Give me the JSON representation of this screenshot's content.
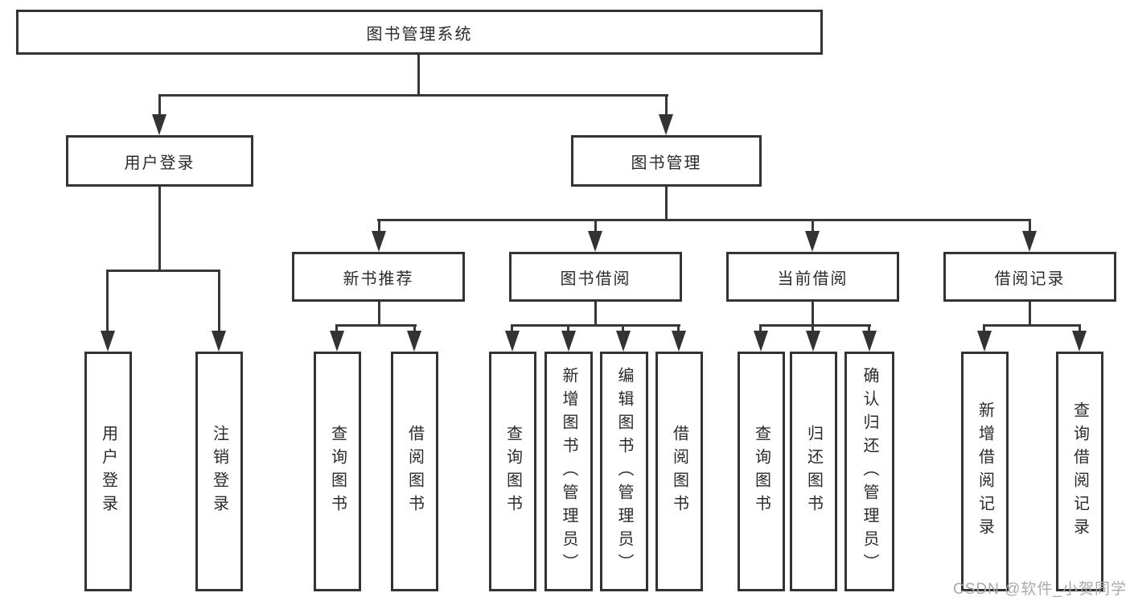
{
  "diagram": {
    "root": {
      "label": "图书管理系统",
      "children": [
        {
          "label": "用户登录",
          "children": [
            {
              "label": "用户登录"
            },
            {
              "label": "注销登录"
            }
          ]
        },
        {
          "label": "图书管理",
          "children": [
            {
              "label": "新书推荐",
              "children": [
                {
                  "label": "查询图书"
                },
                {
                  "label": "借阅图书"
                }
              ]
            },
            {
              "label": "图书借阅",
              "children": [
                {
                  "label": "查询图书"
                },
                {
                  "label": "新增图书（管理员）"
                },
                {
                  "label": "编辑图书（管理员）"
                },
                {
                  "label": "借阅图书"
                }
              ]
            },
            {
              "label": "当前借阅",
              "children": [
                {
                  "label": "查询图书"
                },
                {
                  "label": "归还图书"
                },
                {
                  "label": "确认归还（管理员）"
                }
              ]
            },
            {
              "label": "借阅记录",
              "children": [
                {
                  "label": "新增借阅记录"
                },
                {
                  "label": "查询借阅记录"
                }
              ]
            }
          ]
        }
      ]
    }
  },
  "watermark": {
    "text": "CSDN @软件_小贺同学"
  },
  "colors": {
    "line": "#383838",
    "box_border": "#333333",
    "text": "#2b2b2b",
    "watermark_text": "#a8a8ae",
    "background": "#ffffff"
  }
}
